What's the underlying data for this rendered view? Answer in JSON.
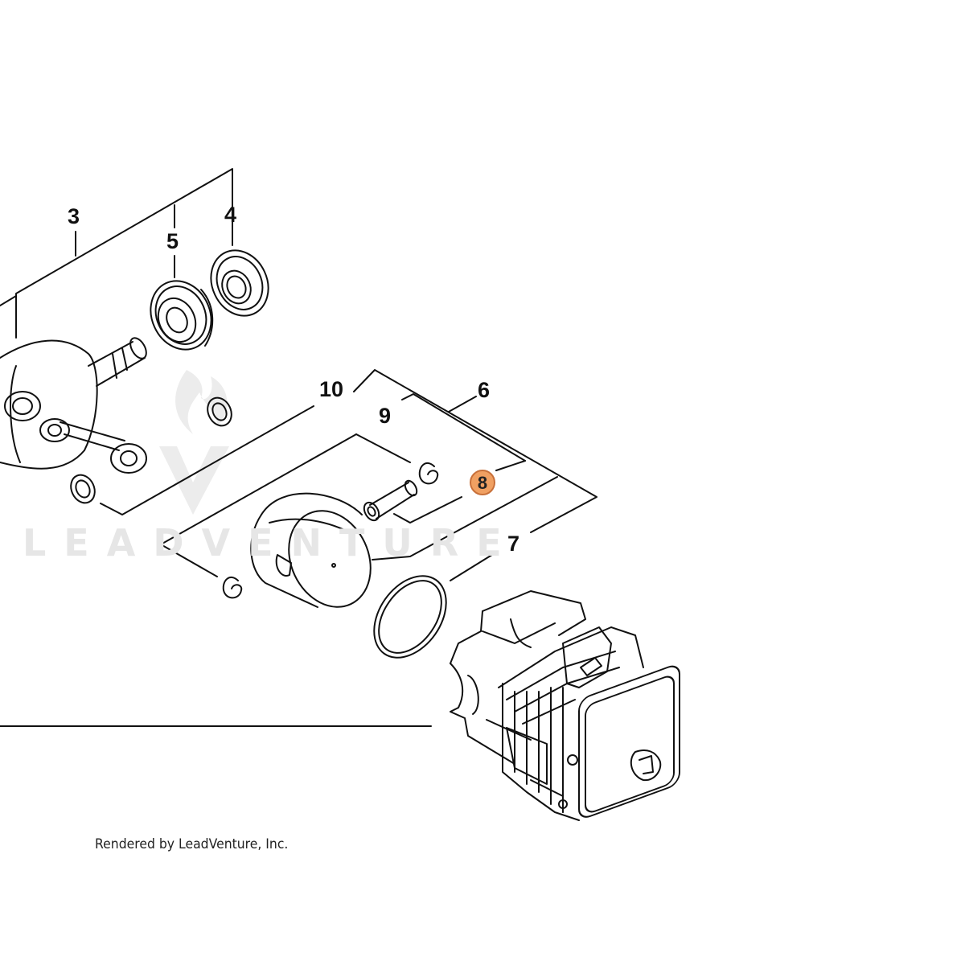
{
  "callouts": {
    "c3": "3",
    "c4": "4",
    "c5": "5",
    "c6": "6",
    "c7": "7",
    "c8": "8",
    "c9": "9",
    "c10": "10"
  },
  "highlight_color": "#f0a062",
  "watermark": "LEADVENTURE",
  "credit": "Rendered by LeadVenture, Inc."
}
